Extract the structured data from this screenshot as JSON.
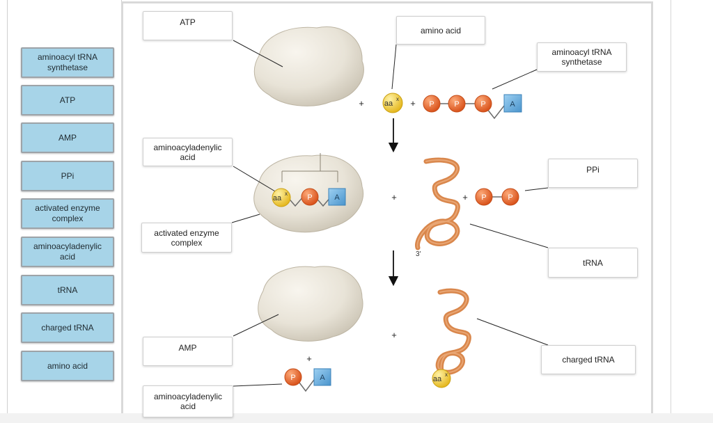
{
  "word_bank": [
    {
      "label": "aminoacyl tRNA\nsynthetase"
    },
    {
      "label": "ATP"
    },
    {
      "label": "AMP"
    },
    {
      "label": "PPi"
    },
    {
      "label": "activated enzyme\ncomplex"
    },
    {
      "label": "aminoacyladenylic\nacid"
    },
    {
      "label": "tRNA"
    },
    {
      "label": "charged tRNA"
    },
    {
      "label": "amino acid"
    }
  ],
  "drop_zones": [
    {
      "label": "ATP"
    },
    {
      "label": "amino acid"
    },
    {
      "label": "aminoacyl tRNA\nsynthetase"
    },
    {
      "label": "aminoacyladenylic\nacid"
    },
    {
      "label": "PPi"
    },
    {
      "label": "activated enzyme\ncomplex"
    },
    {
      "label": "tRNA"
    },
    {
      "label": "AMP"
    },
    {
      "label": "charged tRNA"
    },
    {
      "label": "aminoacyladenylic\nacid"
    }
  ],
  "molecule_labels": {
    "amino_acid": "aa",
    "amino_acid_superscript": "x",
    "phosphate": "P",
    "adenosine": "A",
    "three_prime": "3'"
  },
  "plus_sign": "+",
  "colors": {
    "bank_fill": "#a7d4e8",
    "phosphate": "#e8672a",
    "adenosine": "#5aa6dc",
    "amino_acid": "#f3cf3d",
    "trna": "#d9874c",
    "enzyme": "#e6e1d5"
  }
}
